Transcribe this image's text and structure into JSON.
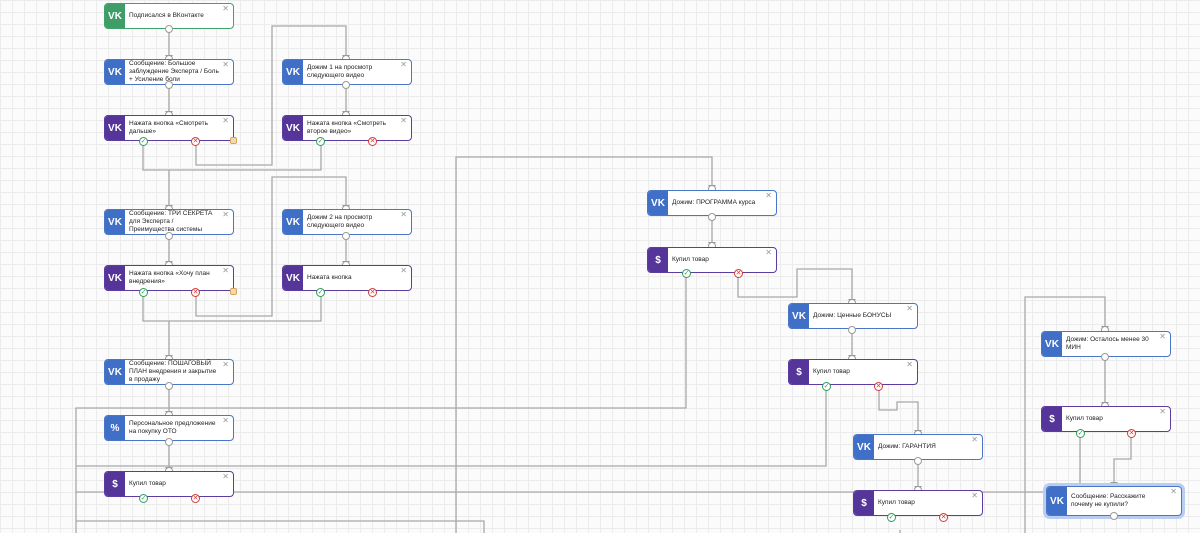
{
  "nodes": {
    "n1": "Подписался в ВКонтакте",
    "n2": "Сообщение: Большое заблуждение Эксперта / Боль + Усиление боли",
    "n3": "Нажата кнопка «Смотреть дальше»",
    "n4": "Дожим 1 на просмотр следующего видео",
    "n5": "Нажата кнопка «Смотреть второе видео»",
    "n6": "Сообщение: ТРИ СЕКРЕТА для Эксперта / Преимущества системы",
    "n7": "Нажата кнопка «Хочу план внедрения»",
    "n8": "Дожим 2 на просмотр следующего видео",
    "n9": "Нажата кнопка",
    "n10": "Сообщение: ПОШАГОВЫЙ ПЛАН внедрения и закрытие в продажу",
    "n11": "Персональное предложение на покупку ОТО",
    "n12": "Купил товар",
    "n13": "Дожим: ПРОГРАММА курса",
    "n14": "Купил товар",
    "n15": "Дожим: Ценные БОНУСЫ",
    "n16": "Купил товар",
    "n17": "Дожим: ГАРАНТИЯ",
    "n18": "Купил товар",
    "n19": "Дожим: Осталось менее 30 МИН",
    "n20": "Купил товар",
    "n21": "Сообщение: Расскажите почему не купили?"
  },
  "icons": {
    "vk": "vk-icon",
    "percent": "percent-icon",
    "money": "money-icon",
    "close": "close-icon",
    "ok": "check-icon",
    "no": "cross-icon"
  },
  "colors": {
    "blue": "#3f6fc6",
    "purple": "#55359a",
    "green": "#3f9e68",
    "ok": "#2e9e57",
    "no": "#d23b3b"
  }
}
